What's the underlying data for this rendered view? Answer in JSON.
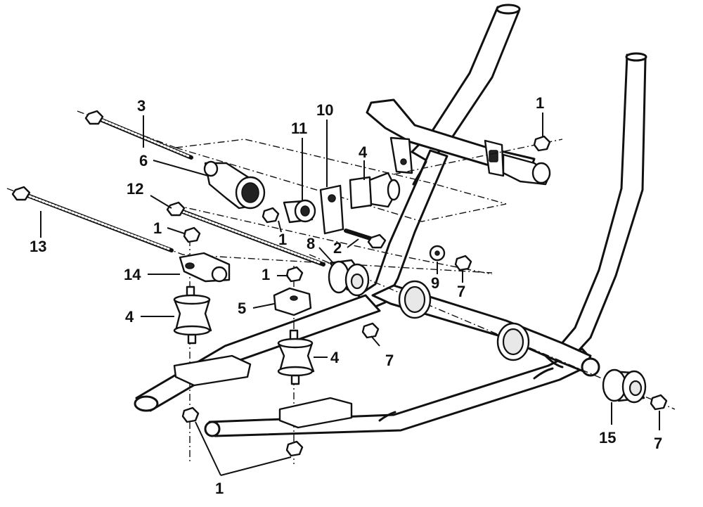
{
  "callouts": [
    {
      "id": "c1a",
      "text": "1"
    },
    {
      "id": "c3",
      "text": "3"
    },
    {
      "id": "c10",
      "text": "10"
    },
    {
      "id": "c11",
      "text": "11"
    },
    {
      "id": "c6",
      "text": "6"
    },
    {
      "id": "c4a",
      "text": "4"
    },
    {
      "id": "c12",
      "text": "12"
    },
    {
      "id": "c13",
      "text": "13"
    },
    {
      "id": "c1b",
      "text": "1"
    },
    {
      "id": "c1c",
      "text": "1"
    },
    {
      "id": "c8",
      "text": "8"
    },
    {
      "id": "c2",
      "text": "2"
    },
    {
      "id": "c9",
      "text": "9"
    },
    {
      "id": "c7a",
      "text": "7"
    },
    {
      "id": "c14",
      "text": "14"
    },
    {
      "id": "c1d",
      "text": "1"
    },
    {
      "id": "c5",
      "text": "5"
    },
    {
      "id": "c4b",
      "text": "4"
    },
    {
      "id": "c7b",
      "text": "7"
    },
    {
      "id": "c4c",
      "text": "4"
    },
    {
      "id": "c15",
      "text": "15"
    },
    {
      "id": "c7c",
      "text": "7"
    },
    {
      "id": "c1e",
      "text": "1"
    }
  ]
}
